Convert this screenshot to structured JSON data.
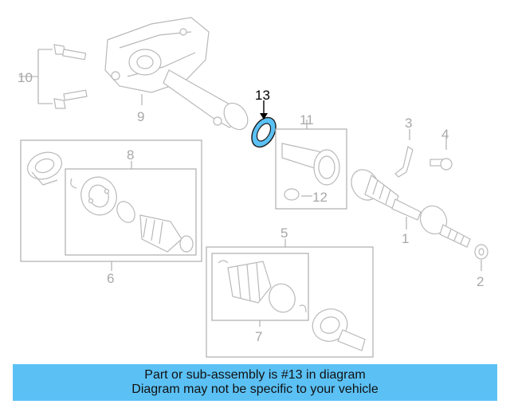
{
  "diagram": {
    "highlighted_part": "13",
    "callouts": {
      "c1": "1",
      "c2": "2",
      "c3": "3",
      "c4": "4",
      "c5": "5",
      "c6": "6",
      "c7": "7",
      "c8": "8",
      "c9": "9",
      "c10": "10",
      "c11": "11",
      "c12": "12",
      "c13": "13"
    },
    "colors": {
      "highlight": "#5bc1f5",
      "parts": "#b9b9b9",
      "banner": "#5bc1f5"
    }
  },
  "banner": {
    "line1": "Part or sub-assembly is #13 in diagram",
    "line2": "Diagram may not be specific to your vehicle"
  }
}
